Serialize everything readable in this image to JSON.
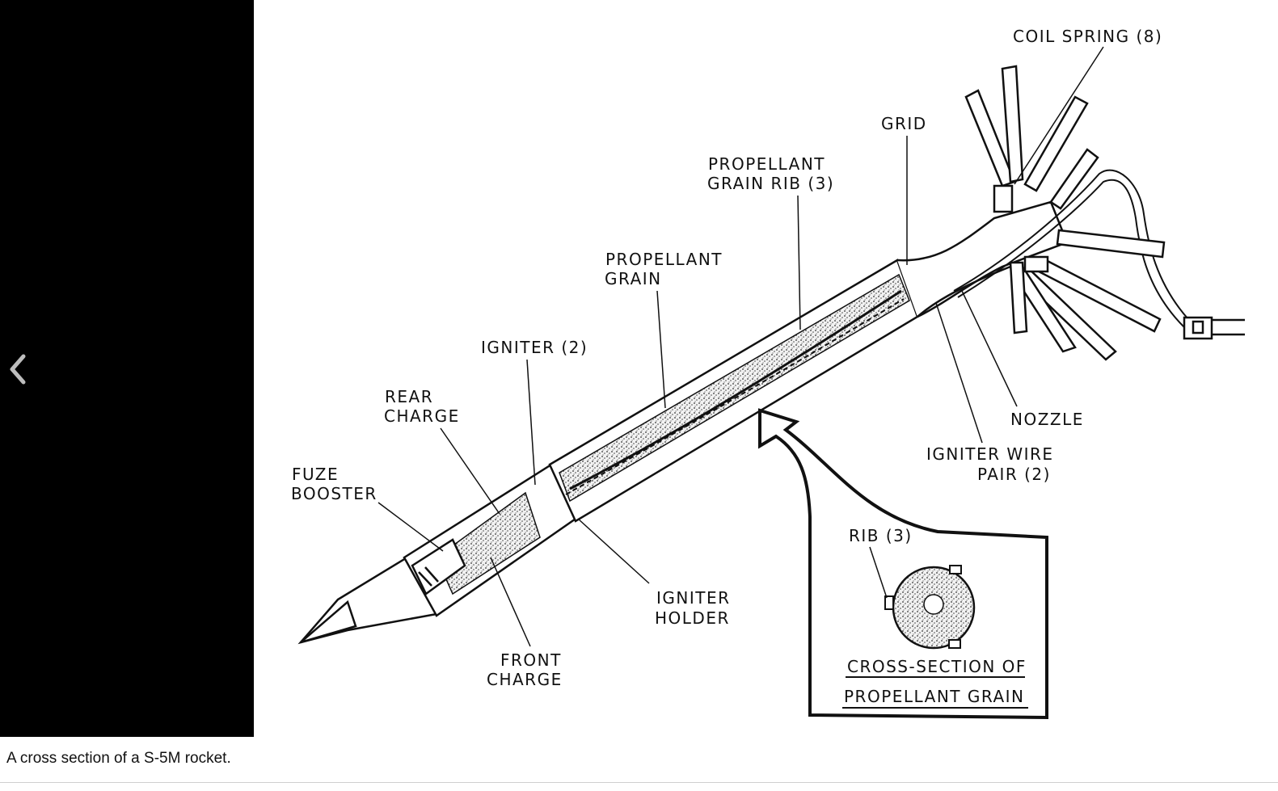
{
  "viewer": {
    "prev_icon": "chevron-left-icon",
    "caption": "A cross section of a S-5M rocket."
  },
  "diagram": {
    "labels": {
      "coil_spring": "COIL SPRING (8)",
      "grid": "GRID",
      "propellant_grain_rib_1": "PROPELLANT",
      "propellant_grain_rib_2": "GRAIN RIB (3)",
      "propellant_grain_1": "PROPELLANT",
      "propellant_grain_2": "GRAIN",
      "igniter": "IGNITER (2)",
      "rear_charge_1": "REAR",
      "rear_charge_2": "CHARGE",
      "fuze_booster_1": "FUZE",
      "fuze_booster_2": "BOOSTER",
      "nozzle": "NOZZLE",
      "igniter_wire_1": "IGNITER WIRE",
      "igniter_wire_2": "PAIR (2)",
      "rib": "RIB (3)",
      "igniter_holder_1": "IGNITER",
      "igniter_holder_2": "HOLDER",
      "front_charge_1": "FRONT",
      "front_charge_2": "CHARGE",
      "cross_section_1": "CROSS-SECTION OF",
      "cross_section_2": "PROPELLANT GRAIN"
    }
  }
}
